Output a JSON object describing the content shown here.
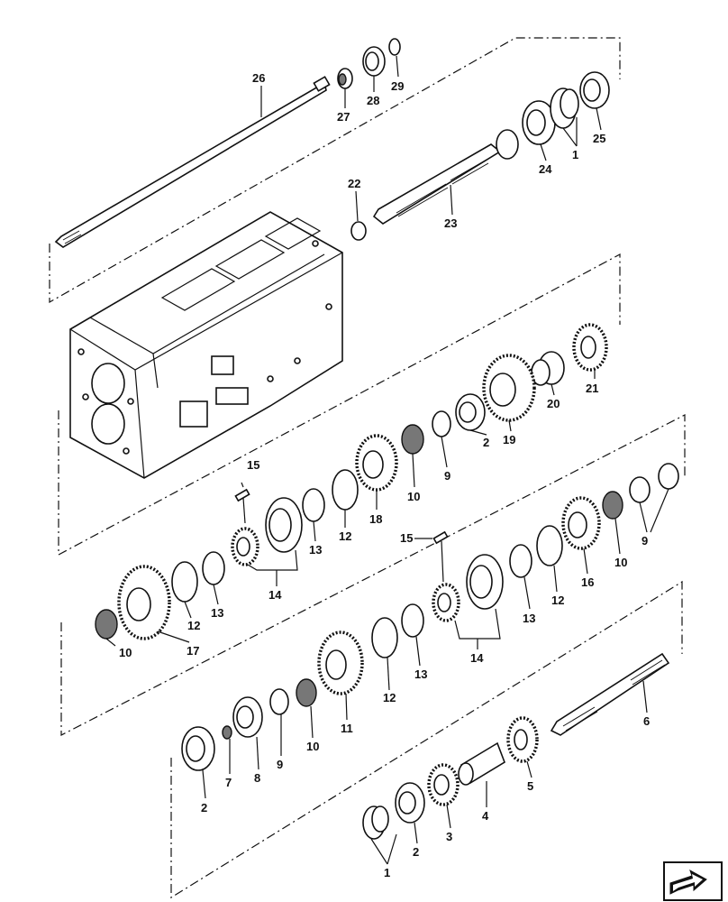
{
  "labels": {
    "l1a": "1",
    "l1b": "1",
    "l2a": "2",
    "l2b": "2",
    "l2c": "2",
    "l3": "3",
    "l4": "4",
    "l5": "5",
    "l6": "6",
    "l7": "7",
    "l8": "8",
    "l9a": "9",
    "l9b": "9",
    "l9c": "9",
    "l10a": "10",
    "l10b": "10",
    "l10c": "10",
    "l10d": "10",
    "l11": "11",
    "l12a": "12",
    "l12b": "12",
    "l12c": "12",
    "l12d": "12",
    "l13a": "13",
    "l13b": "13",
    "l13c": "13",
    "l13d": "13",
    "l14a": "14",
    "l14b": "14",
    "l15a": "15",
    "l15b": "15",
    "l16": "16",
    "l17": "17",
    "l18": "18",
    "l19": "19",
    "l20": "20",
    "l21": "21",
    "l22": "22",
    "l23": "23",
    "l24": "24",
    "l25": "25",
    "l26": "26",
    "l27": "27",
    "l28": "28",
    "l29": "29"
  },
  "icons": {
    "nav": "arrow-next-icon"
  }
}
